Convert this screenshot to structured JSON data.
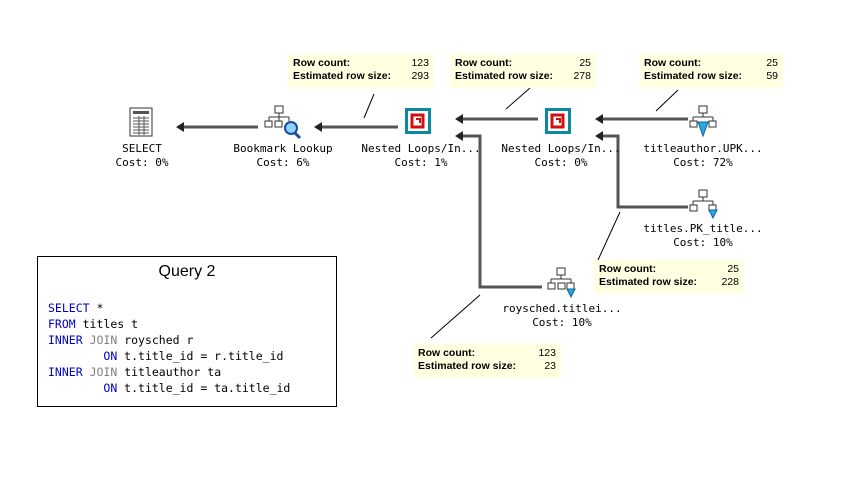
{
  "nodes": [
    {
      "id": "select",
      "name": "SELECT",
      "cost": "Cost: 0%",
      "icon": "select-icon"
    },
    {
      "id": "bookmark",
      "name": "Bookmark Lookup",
      "cost": "Cost: 6%",
      "icon": "bookmark-lookup-icon"
    },
    {
      "id": "nested1",
      "name": "Nested Loops/In...",
      "cost": "Cost: 1%",
      "icon": "nested-loops-icon"
    },
    {
      "id": "nested2",
      "name": "Nested Loops/In...",
      "cost": "Cost: 0%",
      "icon": "nested-loops-icon"
    },
    {
      "id": "titleauthor",
      "name": "titleauthor.UPK...",
      "cost": "Cost: 72%",
      "icon": "index-seek-icon"
    },
    {
      "id": "titles",
      "name": "titles.PK_title...",
      "cost": "Cost: 10%",
      "icon": "index-seek-icon"
    },
    {
      "id": "roysched",
      "name": "roysched.titlei...",
      "cost": "Cost: 10%",
      "icon": "index-seek-icon"
    }
  ],
  "tooltips": {
    "bookmark_to_nested1": {
      "row_count_label": "Row count:",
      "row_count": "123",
      "row_size_label": "Estimated row size:",
      "row_size": "293"
    },
    "nested1_to_nested2": {
      "row_count_label": "Row count:",
      "row_count": "25",
      "row_size_label": "Estimated row size:",
      "row_size": "278"
    },
    "nested2_to_titleauthor": {
      "row_count_label": "Row count:",
      "row_count": "25",
      "row_size_label": "Estimated row size:",
      "row_size": "59"
    },
    "titles": {
      "row_count_label": "Row count:",
      "row_count": "25",
      "row_size_label": "Estimated row size:",
      "row_size": "228"
    },
    "roysched": {
      "row_count_label": "Row count:",
      "row_count": "123",
      "row_size_label": "Estimated row size:",
      "row_size": "23"
    }
  },
  "query": {
    "title": "Query 2",
    "lines": [
      [
        {
          "t": "SELECT",
          "c": "kw"
        },
        {
          "t": " *",
          "c": ""
        }
      ],
      [
        {
          "t": "FROM",
          "c": "kw"
        },
        {
          "t": " titles t",
          "c": ""
        }
      ],
      [
        {
          "t": "INNER",
          "c": "kw"
        },
        {
          "t": " ",
          "c": ""
        },
        {
          "t": "JOIN",
          "c": "gkw"
        },
        {
          "t": " roysched r",
          "c": ""
        }
      ],
      [
        {
          "t": "        ",
          "c": ""
        },
        {
          "t": "ON",
          "c": "kw"
        },
        {
          "t": " t.title_id = r.title_id",
          "c": ""
        }
      ],
      [
        {
          "t": "INNER",
          "c": "kw"
        },
        {
          "t": " ",
          "c": ""
        },
        {
          "t": "JOIN",
          "c": "gkw"
        },
        {
          "t": " titleauthor ta",
          "c": ""
        }
      ],
      [
        {
          "t": "        ",
          "c": ""
        },
        {
          "t": "ON",
          "c": "kw"
        },
        {
          "t": " t.title_id = ta.title_id",
          "c": ""
        }
      ]
    ]
  },
  "colors": {
    "tooltip_bg": "#ffffe1",
    "keyword": "#0000c0",
    "join_keyword": "#808080",
    "arrow": "#404040"
  }
}
